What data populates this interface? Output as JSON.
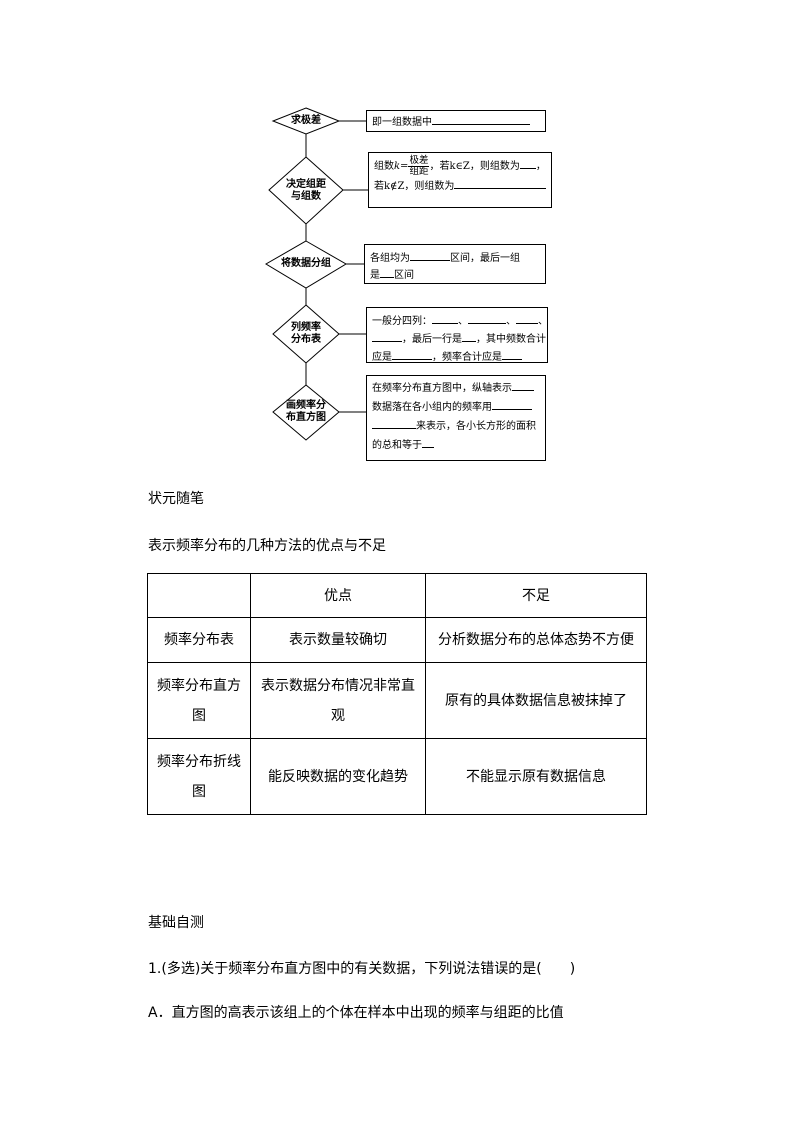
{
  "flowchart": {
    "steps": [
      {
        "label": "求极差",
        "box": {
          "line1": "即一组数据中"
        }
      },
      {
        "label_line1": "决定组距",
        "label_line2": "与组数",
        "box": {
          "p1": "组数",
          "k_eq": "k=",
          "frac_num": "极差",
          "frac_den": "组距",
          "p2": "，若k∈Z，则组数为",
          "p3": "，",
          "line2": "若k∉Z，则组数为"
        }
      },
      {
        "label": "将数据分组",
        "box": {
          "p1": "各组均为",
          "p2": "区间，最后一组",
          "p3": "是",
          "p4": "区间"
        }
      },
      {
        "label_line1": "列频率",
        "label_line2": "分布表",
        "box": {
          "p1": "一般分四列：",
          "p2": "、",
          "p3": "、",
          "p4": "、",
          "p5": "，最后一行是",
          "p6": "，其中频数合计",
          "p7": "应是",
          "p8": "，频率合计应是"
        }
      },
      {
        "label_line1": "画频率分",
        "label_line2": "布直方图",
        "box": {
          "l1": "在频率分布直方图中，纵轴表示",
          "l2": "数据落在各小组内的频率用",
          "l3": "来表示，各小长方形的面积",
          "l4": "的总和等于"
        }
      }
    ]
  },
  "notes_title": "状元随笔",
  "table_title": "表示频率分布的几种方法的优点与不足",
  "table": {
    "headers": [
      "",
      "优点",
      "不足"
    ],
    "rows": [
      {
        "name": "频率分布表",
        "pro": "表示数量较确切",
        "con": "分析数据分布的总体态势不方便"
      },
      {
        "name_l1": "频率分布直方",
        "name_l2": "图",
        "pro_l1": "表示数据分布情况非常直",
        "pro_l2": "观",
        "con": "原有的具体数据信息被抹掉了"
      },
      {
        "name_l1": "频率分布折线",
        "name_l2": "图",
        "pro": "能反映数据的变化趋势",
        "con": "不能显示原有数据信息"
      }
    ]
  },
  "self_test_title": "基础自测",
  "question": {
    "stem": "1.(多选)关于频率分布直方图中的有关数据，下列说法错误的是(　　)",
    "option_a": "A．直方图的高表示该组上的个体在样本中出现的频率与组距的比值"
  }
}
